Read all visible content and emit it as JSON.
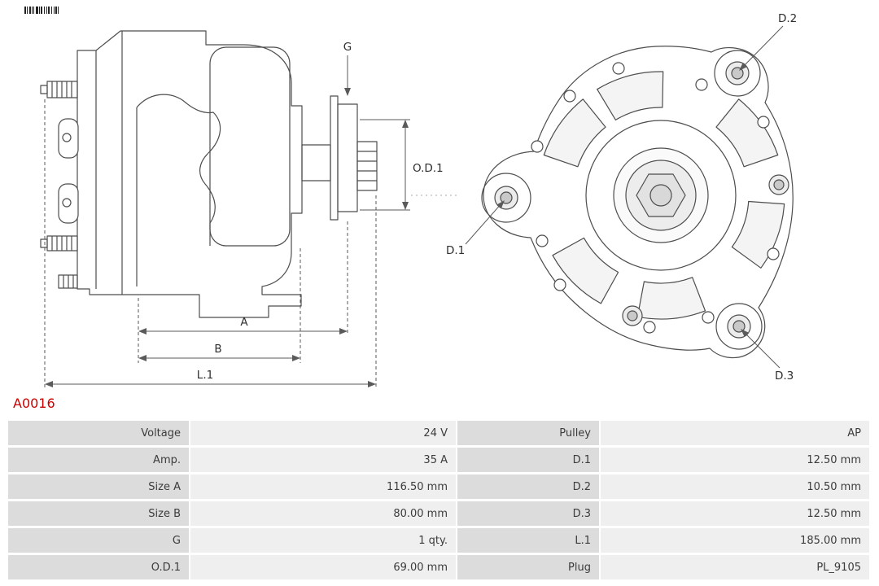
{
  "part_number": "A0016",
  "diagram": {
    "side_view_labels": {
      "g": "G",
      "od1": "O.D.1",
      "a": "A",
      "b": "B",
      "l1": "L.1"
    },
    "front_view_labels": {
      "d1": "D.1",
      "d2": "D.2",
      "d3": "D.3"
    }
  },
  "spec_table": {
    "rows": [
      {
        "label_left": "Voltage",
        "value_left": "24 V",
        "label_right": "Pulley",
        "value_right": "AP"
      },
      {
        "label_left": "Amp.",
        "value_left": "35 A",
        "label_right": "D.1",
        "value_right": "12.50 mm"
      },
      {
        "label_left": "Size A",
        "value_left": "116.50 mm",
        "label_right": "D.2",
        "value_right": "10.50 mm"
      },
      {
        "label_left": "Size B",
        "value_left": "80.00 mm",
        "label_right": "D.3",
        "value_right": "12.50 mm"
      },
      {
        "label_left": "G",
        "value_left": "1 qty.",
        "label_right": "L.1",
        "value_right": "185.00 mm"
      },
      {
        "label_left": "O.D.1",
        "value_left": "69.00 mm",
        "label_right": "Plug",
        "value_right": "PL_9105"
      }
    ]
  },
  "colors": {
    "part_number_color": "#cc0000",
    "label_cell_bg": "#dcdcdc",
    "value_cell_bg": "#efefef",
    "line_color": "#4d4d4d"
  }
}
